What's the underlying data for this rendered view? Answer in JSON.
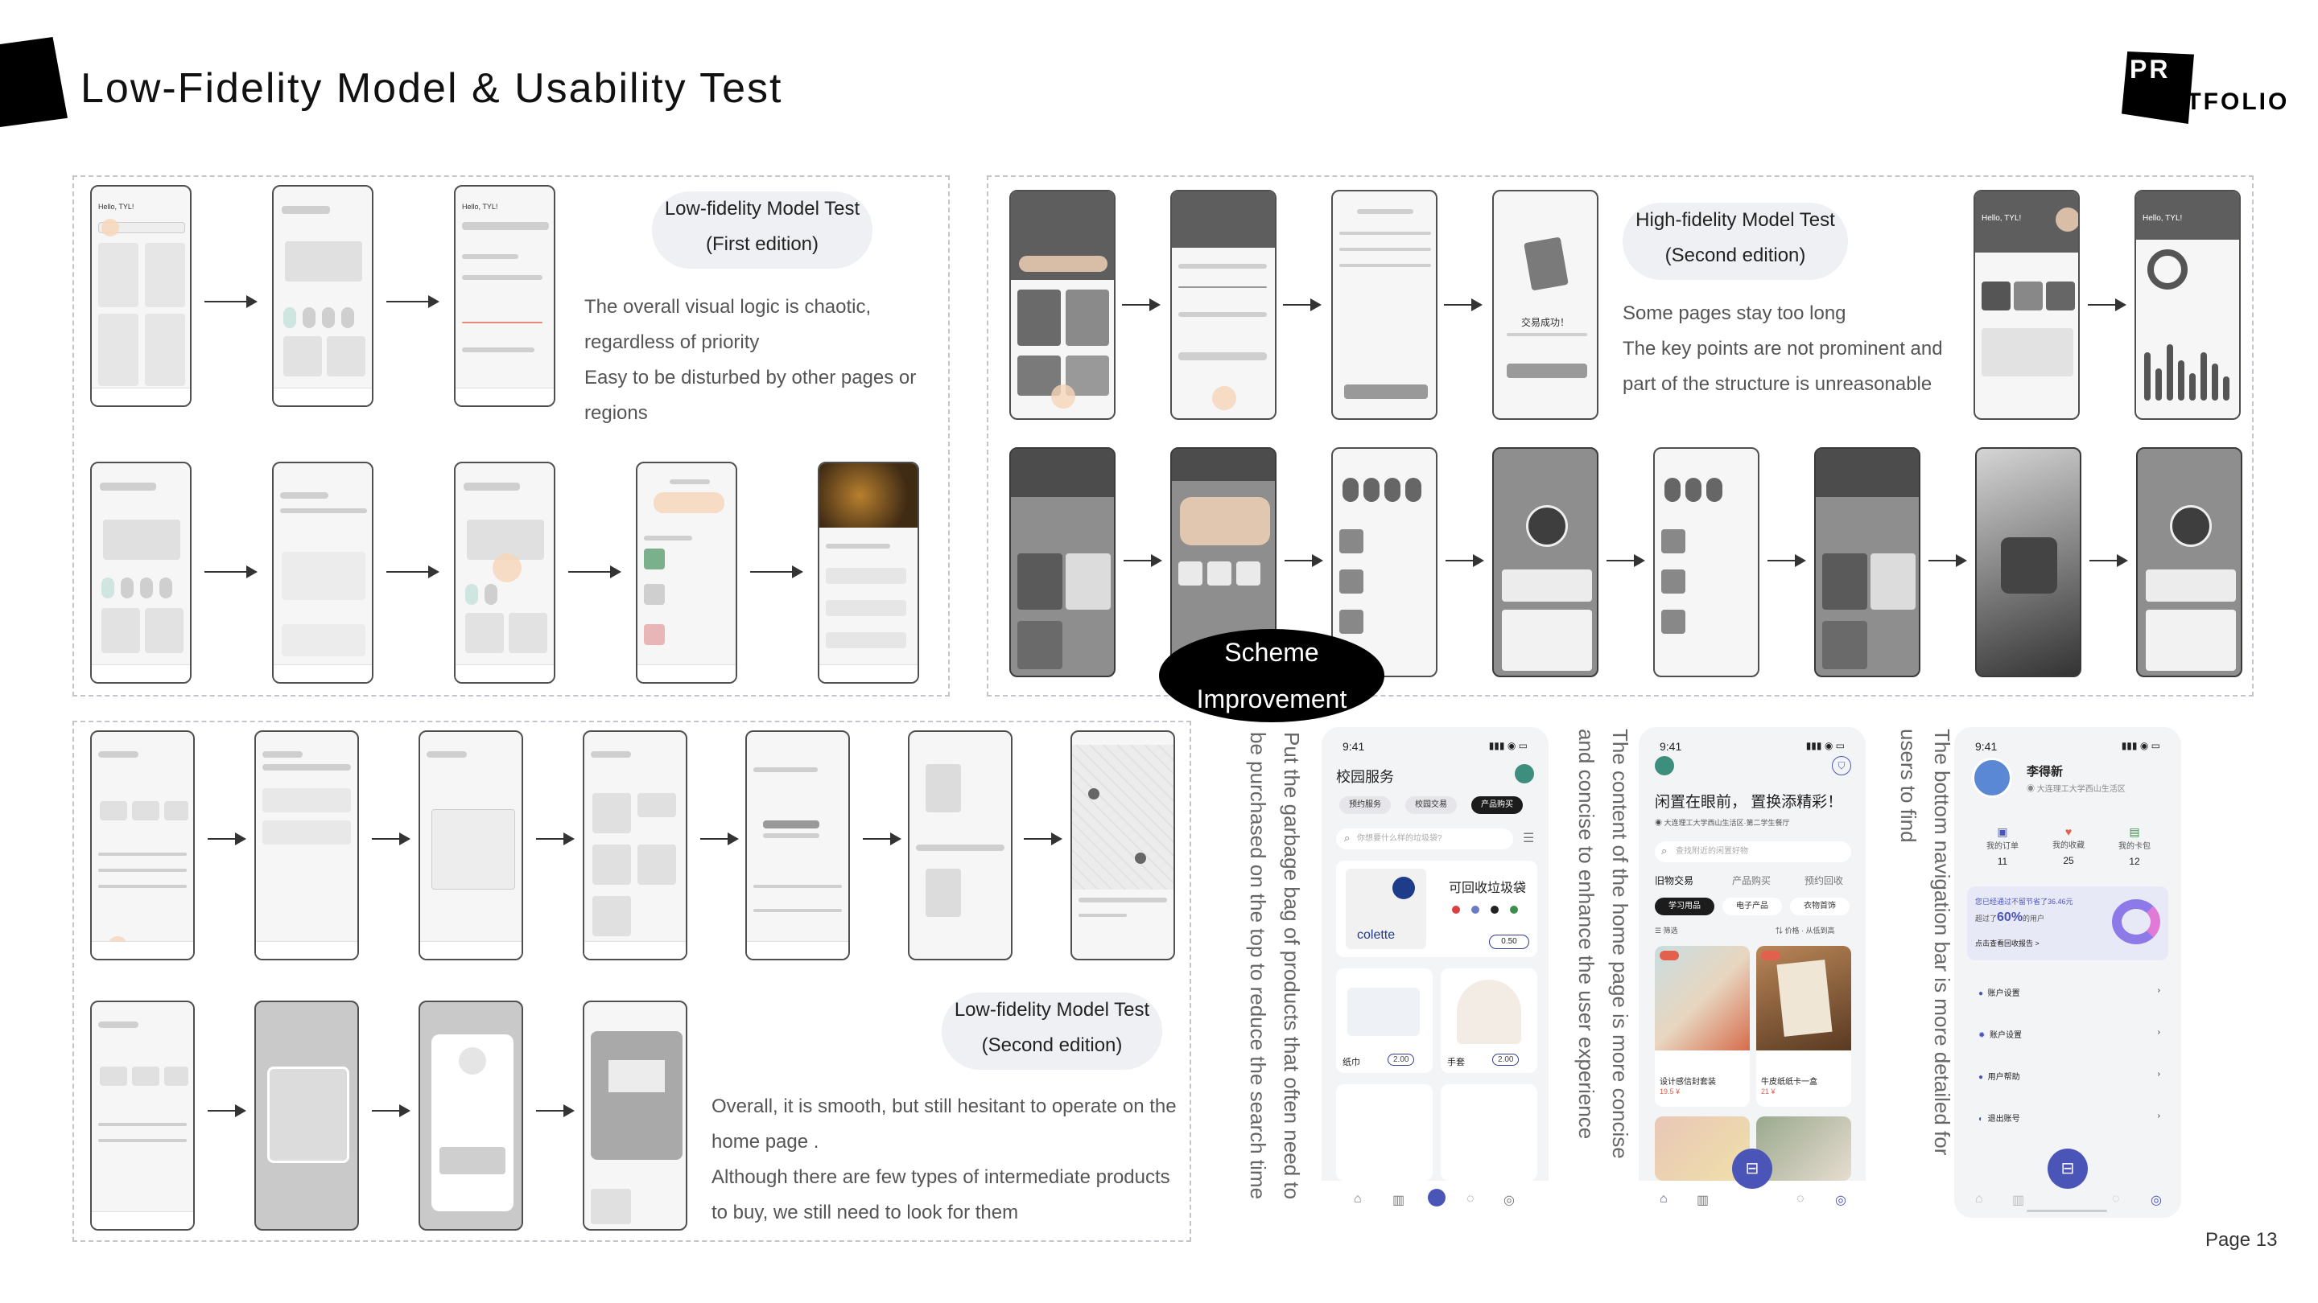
{
  "header": {
    "title": "Low-Fidelity Model & Usability Test",
    "logo_top": "PR",
    "logo_bottom": "OTFOLIO"
  },
  "page": {
    "number": "Page 13"
  },
  "scheme_bubble": {
    "line1": "Scheme",
    "line2": "Improvement"
  },
  "lf1": {
    "title_line1": "Low-fidelity Model Test",
    "title_line2": "(First edition)",
    "notes": [
      "The overall visual logic is chaotic,",
      "regardless of priority",
      "Easy to be disturbed by other pages or",
      "regions"
    ]
  },
  "hf1": {
    "title_line1": "High-fidelity Model Test",
    "title_line2": "(Second edition)",
    "notes": [
      "Some pages stay too long",
      "The key points are not prominent and",
      "part of the structure is unreasonable"
    ]
  },
  "lf2": {
    "title_line1": "Low-fidelity Model Test",
    "title_line2": "(Second edition)",
    "notes": [
      "Overall, it is smooth, but still hesitant to operate on the",
      "home page .",
      "Although there are few types of intermediate products",
      "to buy, we still need to look for them"
    ]
  },
  "improvements": {
    "garbage_bag": "Put the garbage bag of products that often need to be purchased on the top to reduce the search time",
    "home_concise": "The content of the home page is more concise and concise to enhance the user experience",
    "bottom_nav": "The bottom navigation bar is more detailed for users to find"
  },
  "mock_campus": {
    "time": "9:41",
    "title": "校园服务",
    "tabs": [
      "预约服务",
      "校园交易",
      "产品购买"
    ],
    "search_ph": "你想要什么样的垃圾袋?",
    "product_title": "可回收垃圾袋",
    "brand": "colette",
    "items": [
      {
        "name": "纸巾",
        "price": "2.00"
      },
      {
        "name": "手套",
        "price": "2.00"
      }
    ],
    "badge_price": "0.50"
  },
  "mock_home": {
    "time": "9:41",
    "headline": "闲置在眼前， 置换添精彩！",
    "location": "大连理工大学西山生活区·第二学生餐厅",
    "search_ph": "查找附近的闲置好物",
    "cats": [
      "旧物交易",
      "产品购买",
      "预约回收"
    ],
    "chips": [
      "学习用品",
      "电子产品",
      "衣物首饰"
    ],
    "filter": "筛选",
    "sort": "价格 · 从低到高",
    "items": [
      {
        "title": "设计感信封套装",
        "price": "19.5 ¥"
      },
      {
        "title": "牛皮纸纸卡一盒",
        "price": "21 ¥"
      }
    ]
  },
  "mock_profile": {
    "time": "9:41",
    "name": "李得新",
    "school": "大连理工大学西山生活区",
    "stats": [
      {
        "label": "我的订单",
        "value": "11"
      },
      {
        "label": "我的收藏",
        "value": "25"
      },
      {
        "label": "我的卡包",
        "value": "12"
      }
    ],
    "promo": "您已经通过不留节省了36.46元",
    "promo2": "超过了",
    "percent": "60%",
    "promo3": "的用户",
    "promo_link": "点击查看回收报告 >",
    "menu": [
      "账户设置",
      "账户设置",
      "用户帮助",
      "退出账号"
    ]
  },
  "wire_text": {
    "hello": "Hello, TYL!",
    "trade_done": "交易成功！"
  }
}
